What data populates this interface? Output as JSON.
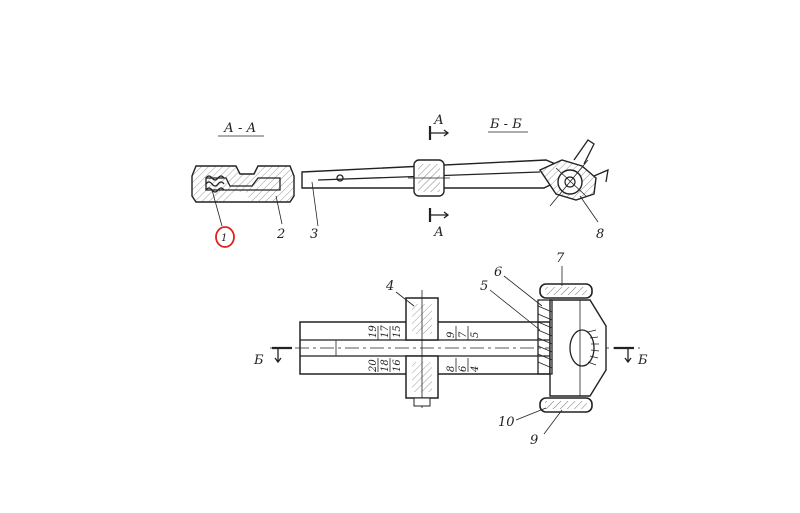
{
  "sections": {
    "aa": "А - А",
    "bb": "Б - Б",
    "a_top": "А",
    "a_bottom": "А",
    "b_left": "Б",
    "b_right": "Б"
  },
  "parts": {
    "p1": "1",
    "p2": "2",
    "p3": "3",
    "p4": "4",
    "p5": "5",
    "p6": "6",
    "p7": "7",
    "p8": "8",
    "p9": "9",
    "p10": "10"
  },
  "scale": {
    "upper_left": [
      "19",
      "17",
      "15"
    ],
    "upper_right": [
      "9",
      "7",
      "5"
    ],
    "lower_left": [
      "20",
      "18",
      "16"
    ],
    "lower_right": [
      "8",
      "6",
      "4"
    ]
  },
  "highlight": {
    "target": "1",
    "color": "#e0201b"
  }
}
